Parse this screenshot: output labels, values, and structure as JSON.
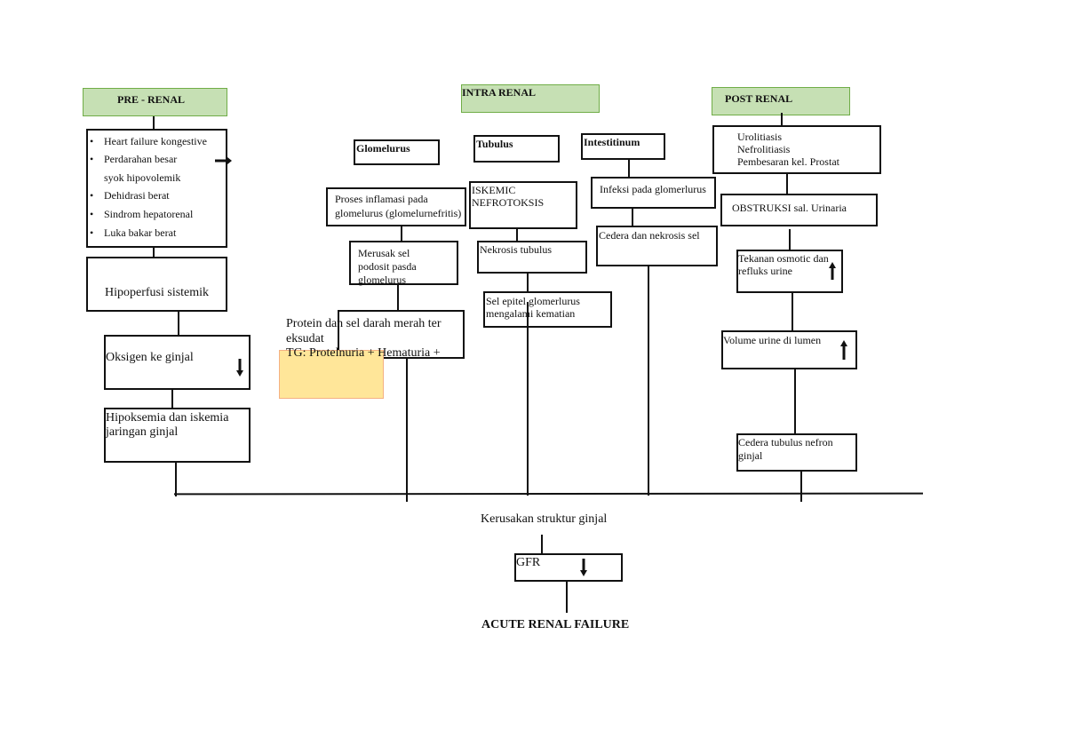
{
  "pre_renal": {
    "title": "PRE - RENAL",
    "causes": [
      "Heart failure kongestive",
      "Perdarahan besar",
      "syok hipovolemik",
      "Dehidrasi berat",
      "Sindrom hepatorenal",
      "Luka bakar berat"
    ],
    "hipoperfusi": "Hipoperfusi sistemik",
    "oksigen": "Oksigen ke ginjal",
    "hipoksemia_1": "Hipoksemia  dan iskemia",
    "hipoksemia_2": "jaringan ginjal"
  },
  "intra_renal": {
    "title": "INTRA RENAL",
    "glomerulus": {
      "title": "Glomelurus",
      "step1_1": "Proses inflamasi pada",
      "step1_2": "glomelurus (glomelurnefritis)",
      "step2_1": "Merusak sel",
      "step2_2": "podosit pasda",
      "step2_3": "glomelurus",
      "step3_1": "Protein dan sel darah merah ter",
      "step3_2": "eksudat",
      "step3_3": "TG: Protelnuria + Hematuria +"
    },
    "tubulus": {
      "title": "Tubulus",
      "step1_1": "ISKEMIC",
      "step1_2": "NEFROTOKSIS",
      "step2": "Nekrosis tubulus",
      "step3_1": "Sel epitel glomerlurus",
      "step3_2": "mengalami kematian"
    },
    "interstitium": {
      "title": "Intestitinum",
      "step1": "Infeksi pada glomerlurus",
      "step2": "Cedera dan nekrosis sel"
    }
  },
  "post_renal": {
    "title": "POST RENAL",
    "causes": [
      "Urolitiasis",
      "Nefrolitiasis",
      "Pembesaran kel. Prostat"
    ],
    "obstruksi": "OBSTRUKSI   sal. Urinaria",
    "tekanan_1": "Tekanan osmotic dan",
    "tekanan_2": "refluks urine",
    "volume": "Volume urine di lumen",
    "cedera_1": "Cedera tubulus nefron",
    "cedera_2": "ginjal"
  },
  "outcome": {
    "kerusakan": "Kerusakan struktur ginjal",
    "gfr": "GFR",
    "final": "ACUTE RENAL FAILURE"
  },
  "bullet_glyph": "•",
  "colors": {
    "header_fill": "#c6e0b4",
    "header_border": "#70ad47",
    "note_fill": "#ffe699",
    "note_border": "#f4b183"
  }
}
